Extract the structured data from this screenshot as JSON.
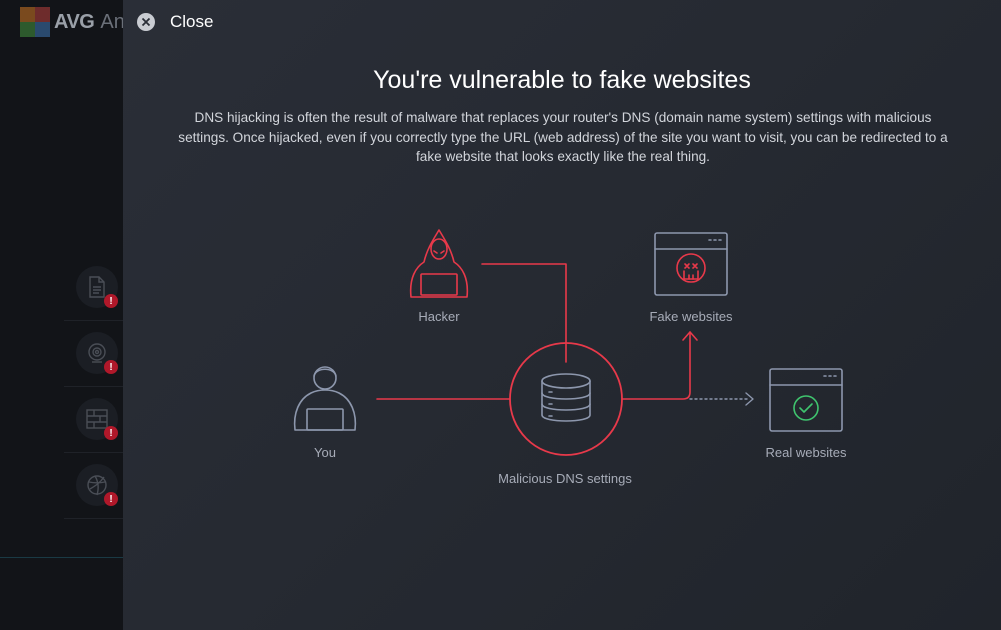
{
  "app": {
    "brand": "AVG",
    "product_fragment": "An",
    "nav_badge": "!",
    "nav_items": [
      {
        "icon": "document-icon"
      },
      {
        "icon": "webcam-icon"
      },
      {
        "icon": "firewall-icon"
      },
      {
        "icon": "globe-icon"
      }
    ]
  },
  "dialog": {
    "close_label": "Close",
    "title": "You're vulnerable to fake websites",
    "description": "DNS hijacking is often the result of malware that replaces your router's DNS (domain name system) settings with malicious settings. Once hijacked, even if you correctly type the URL (web address) of the site you want to visit, you can be redirected to a fake website that looks exactly like the real thing."
  },
  "diagram": {
    "hacker_label": "Hacker",
    "you_label": "You",
    "dns_label": "Malicious DNS settings",
    "fake_label": "Fake websites",
    "real_label": "Real websites",
    "colors": {
      "danger": "#e8394a",
      "neutral": "#8d97ad",
      "safe": "#3fc46e"
    }
  }
}
